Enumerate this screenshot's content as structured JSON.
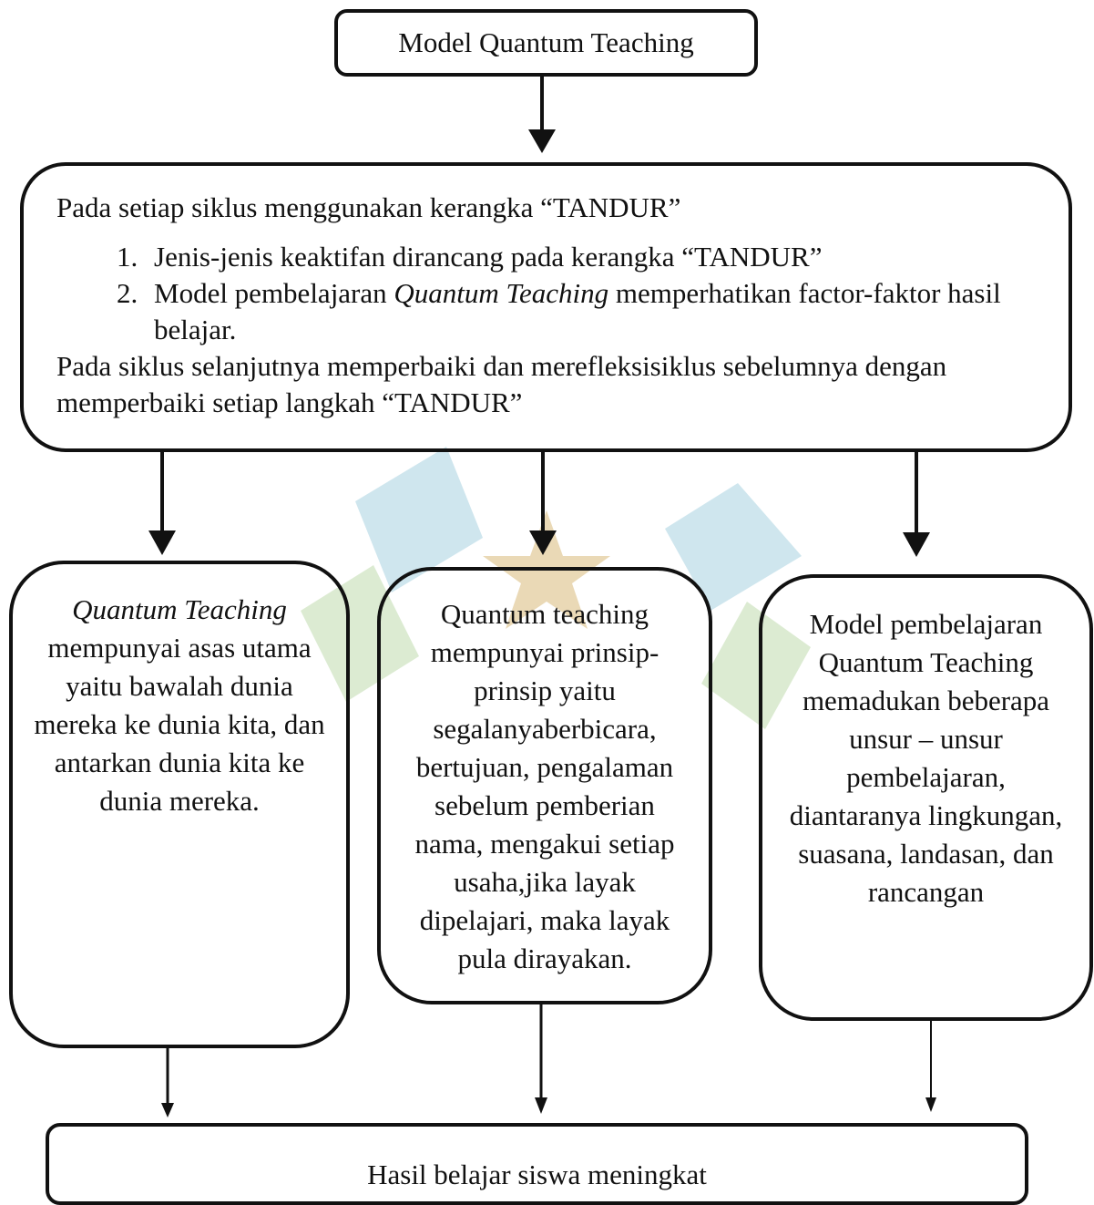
{
  "top": {
    "title": "Model Quantum Teaching"
  },
  "main": {
    "intro": "Pada setiap siklus menggunakan kerangka “TANDUR”",
    "item1": "Jenis-jenis keaktifan dirancang pada kerangka “TANDUR”",
    "item2_pre": "Model pembelajaran ",
    "item2_italic": "Quantum Teaching",
    "item2_post": " memperhatikan factor-faktor hasil belajar.",
    "outro": "Pada siklus selanjutnya memperbaiki dan merefleksisiklus sebelumnya dengan memperbaiki setiap langkah “TANDUR”"
  },
  "left": {
    "italic": "Quantum Teaching",
    "text": "mempunyai asas utama yaitu bawalah dunia mereka ke dunia kita, dan antarkan dunia kita ke dunia mereka."
  },
  "middle": {
    "text": "Quantum teaching mempunyai prinsip-prinsip yaitu segalanyaberbicara, bertujuan, pengalaman sebelum pemberian nama, mengakui setiap usaha,jika layak dipelajari, maka layak pula dirayakan."
  },
  "right": {
    "text": "Model pembelajaran Quantum Teaching memadukan beberapa unsur – unsur pembelajaran, diantaranya lingkungan, suasana, landasan, dan rancangan"
  },
  "bottom": {
    "text": "Hasil belajar siswa meningkat"
  },
  "colors": {
    "line": "#111111",
    "watermark_teal": "#cfe6ee",
    "watermark_green": "#dcebd2",
    "watermark_star": "#ead9b6"
  }
}
